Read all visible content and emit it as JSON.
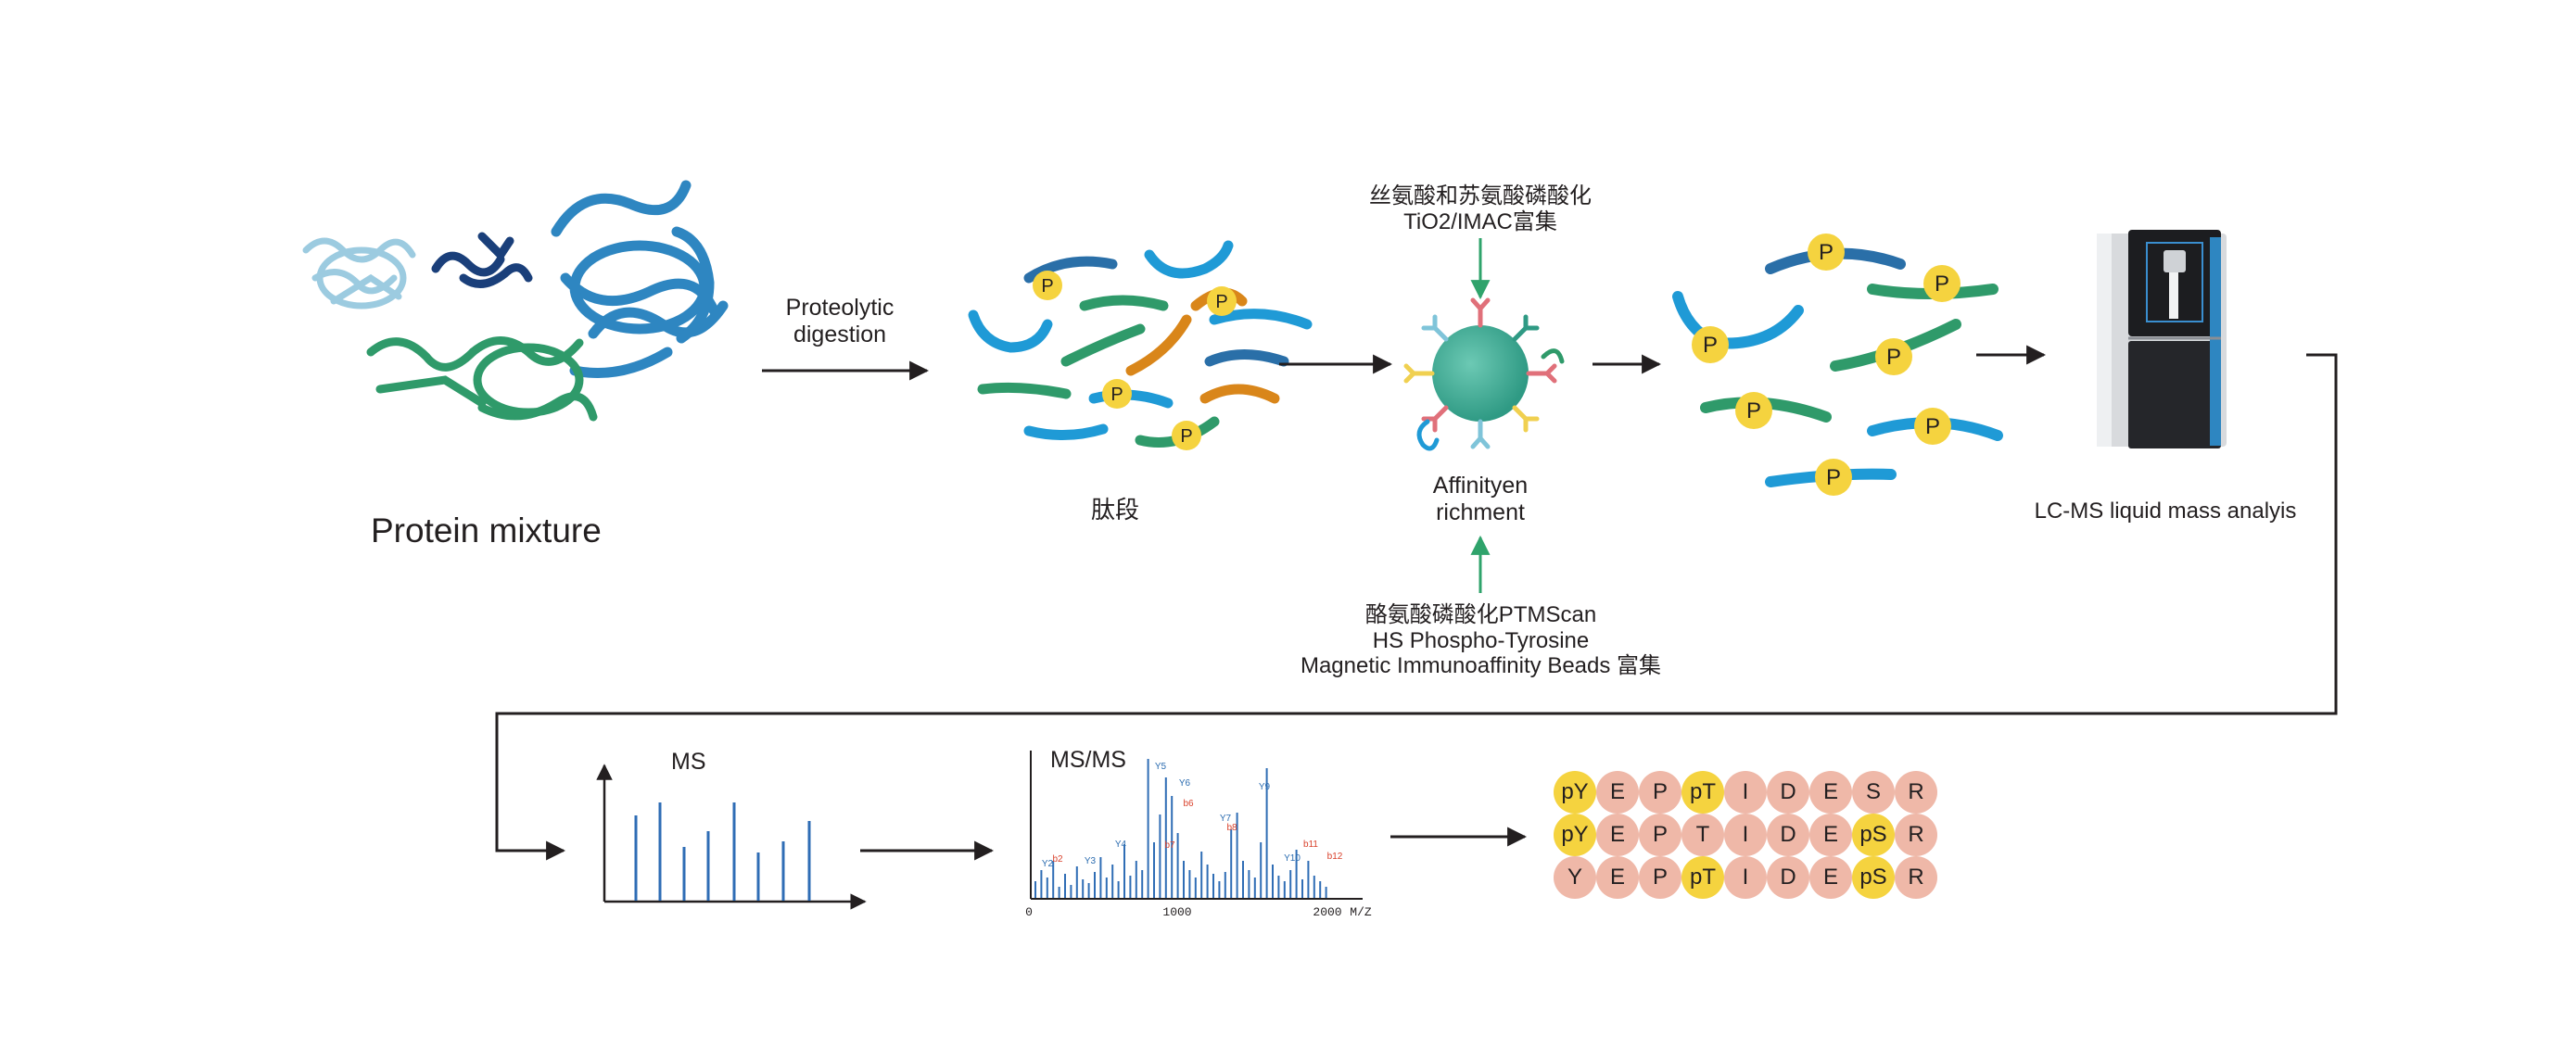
{
  "labels": {
    "protein_mixture": "Protein  mixture",
    "proteolytic": [
      "Proteolytic",
      "digestion"
    ],
    "peptides": "肽段",
    "enrich_top": [
      "丝氨酸和苏氨酸磷酸化",
      "TiO2/IMAC富集"
    ],
    "affinity": [
      "Affinityen",
      "richment"
    ],
    "enrich_bottom": [
      "酪氨酸磷酸化PTMScan",
      "HS Phospho-Tyrosine",
      "Magnetic Immunoaffinity Beads 富集"
    ],
    "lcms": "LC-MS liquid mass analyis",
    "ms": "MS",
    "msms": "MS/MS"
  },
  "phospho_marker": "P",
  "msms_axis": {
    "ticks": [
      "0",
      "1000",
      "2000"
    ],
    "unit": "M/Z"
  },
  "msms_ion_labels": [
    {
      "text": "Y2",
      "color": "#2b6cb0"
    },
    {
      "text": "b2",
      "color": "#d9412b"
    },
    {
      "text": "Y3",
      "color": "#2b6cb0"
    },
    {
      "text": "Y4",
      "color": "#2b6cb0"
    },
    {
      "text": "Y5",
      "color": "#2b6cb0"
    },
    {
      "text": "Y6",
      "color": "#2b6cb0"
    },
    {
      "text": "b6",
      "color": "#d9412b"
    },
    {
      "text": "b7",
      "color": "#d9412b"
    },
    {
      "text": "Y7",
      "color": "#2b6cb0"
    },
    {
      "text": "b8",
      "color": "#d9412b"
    },
    {
      "text": "Y9",
      "color": "#2b6cb0"
    },
    {
      "text": "Y10",
      "color": "#2b6cb0"
    },
    {
      "text": "b11",
      "color": "#d9412b"
    },
    {
      "text": "b12",
      "color": "#d9412b"
    }
  ],
  "sequences": [
    [
      "pY",
      "E",
      "P",
      "pT",
      "I",
      "D",
      "E",
      "S",
      "R"
    ],
    [
      "pY",
      "E",
      "P",
      "T",
      "I",
      "D",
      "E",
      "pS",
      "R"
    ],
    [
      "Y",
      "E",
      "P",
      "pT",
      "I",
      "D",
      "E",
      "pS",
      "R"
    ]
  ],
  "colors": {
    "arrow": "#231f20",
    "green_arrow": "#2fa36b",
    "bead": "#3aa58f",
    "phospho": "#f5d33f",
    "residue": "#efb8a8",
    "peptide_blue": "#1f9ad6",
    "peptide_dark": "#2a6fa8",
    "peptide_green": "#2f9a6a",
    "peptide_orange": "#d9861a",
    "ms_line": "#2f6db5"
  }
}
